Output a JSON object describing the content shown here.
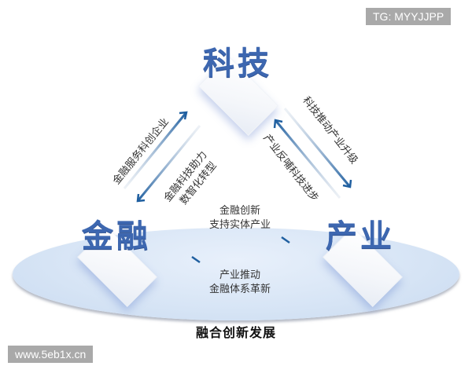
{
  "watermarks": {
    "top_right": "TG: MYYJJPP",
    "bottom_left": "www.5eb1x.cn"
  },
  "nodes": {
    "tech": "科技",
    "finance": "金融",
    "industry": "产业"
  },
  "relations": {
    "finance_to_tech": "金融服务科创企业",
    "tech_to_finance_line1": "金融科技助力",
    "tech_to_finance_line2": "数智化转型",
    "tech_to_industry": "科技推动产业升级",
    "industry_to_tech": "产业反哺科技进步",
    "finance_to_industry_line1": "金融创新",
    "finance_to_industry_line2": "支持实体产业",
    "industry_to_finance_line1": "产业推动",
    "industry_to_finance_line2": "金融体系革新"
  },
  "caption": "融合创新发展",
  "colors": {
    "accent_blue": "#3d67b0",
    "arrow_blue": "#1f5fa0",
    "ellipse_fill": "#d6e4f5",
    "watermark_bg": "#a9a9a9"
  }
}
